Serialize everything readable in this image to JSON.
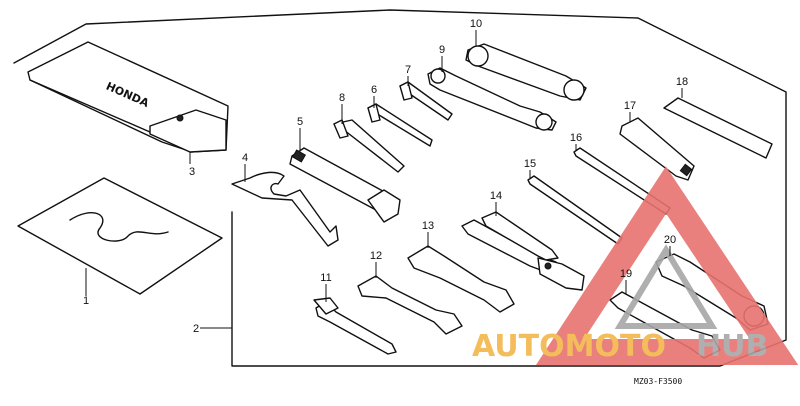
{
  "diagram": {
    "diagram_code": "MZ03-F3500",
    "bag_brand": "HONDA",
    "part_callouts": [
      {
        "num": "1"
      },
      {
        "num": "2"
      },
      {
        "num": "3"
      },
      {
        "num": "4"
      },
      {
        "num": "5"
      },
      {
        "num": "6"
      },
      {
        "num": "7"
      },
      {
        "num": "8"
      },
      {
        "num": "9"
      },
      {
        "num": "10"
      },
      {
        "num": "11"
      },
      {
        "num": "12"
      },
      {
        "num": "13"
      },
      {
        "num": "14"
      },
      {
        "num": "15"
      },
      {
        "num": "16"
      },
      {
        "num": "17"
      },
      {
        "num": "18"
      },
      {
        "num": "19"
      },
      {
        "num": "20"
      }
    ]
  },
  "watermark": {
    "text_part1": "AUTOMOTO",
    "text_part2": "HUB",
    "color_red": "#e8736f",
    "color_orange": "#f2b64a",
    "color_grey": "#a7a7a7"
  }
}
